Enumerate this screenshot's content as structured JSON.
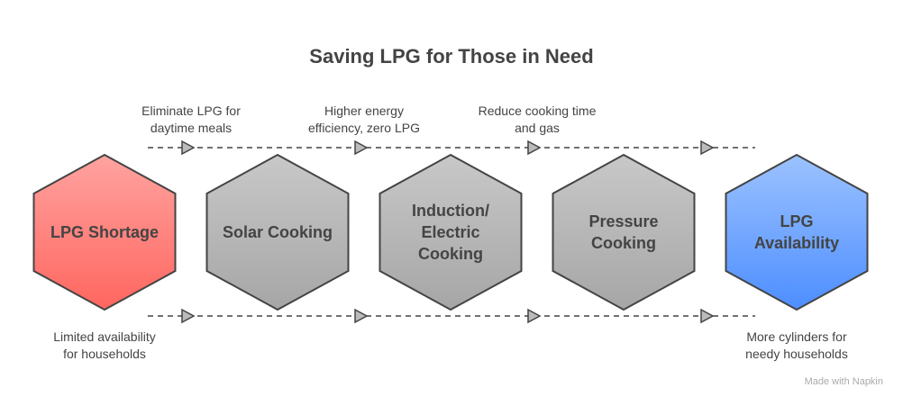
{
  "title": "Saving LPG for Those in Need",
  "steps": [
    {
      "label": [
        "LPG Shortage"
      ],
      "top_note": [],
      "bottom_note": [
        "Limited availability",
        "for households"
      ],
      "color_top": "#ffa3a0",
      "color_bottom": "#ff665f"
    },
    {
      "label": [
        "Solar Cooking"
      ],
      "top_note": [
        "Eliminate LPG for",
        "daytime meals"
      ],
      "bottom_note": [],
      "color_top": "#c8c8c8",
      "color_bottom": "#a6a6a6"
    },
    {
      "label": [
        "Induction/",
        "Electric",
        "Cooking"
      ],
      "top_note": [
        "Higher energy",
        "efficiency, zero LPG"
      ],
      "bottom_note": [],
      "color_top": "#c8c8c8",
      "color_bottom": "#a6a6a6"
    },
    {
      "label": [
        "Pressure",
        "Cooking"
      ],
      "top_note": [
        "Reduce cooking time",
        "and gas"
      ],
      "bottom_note": [],
      "color_top": "#c8c8c8",
      "color_bottom": "#a6a6a6"
    },
    {
      "label": [
        "LPG",
        "Availability"
      ],
      "top_note": [],
      "bottom_note": [
        "More cylinders for",
        "needy households"
      ],
      "color_top": "#9cc2ff",
      "color_bottom": "#4d8eff"
    }
  ],
  "watermark": "Made with Napkin"
}
